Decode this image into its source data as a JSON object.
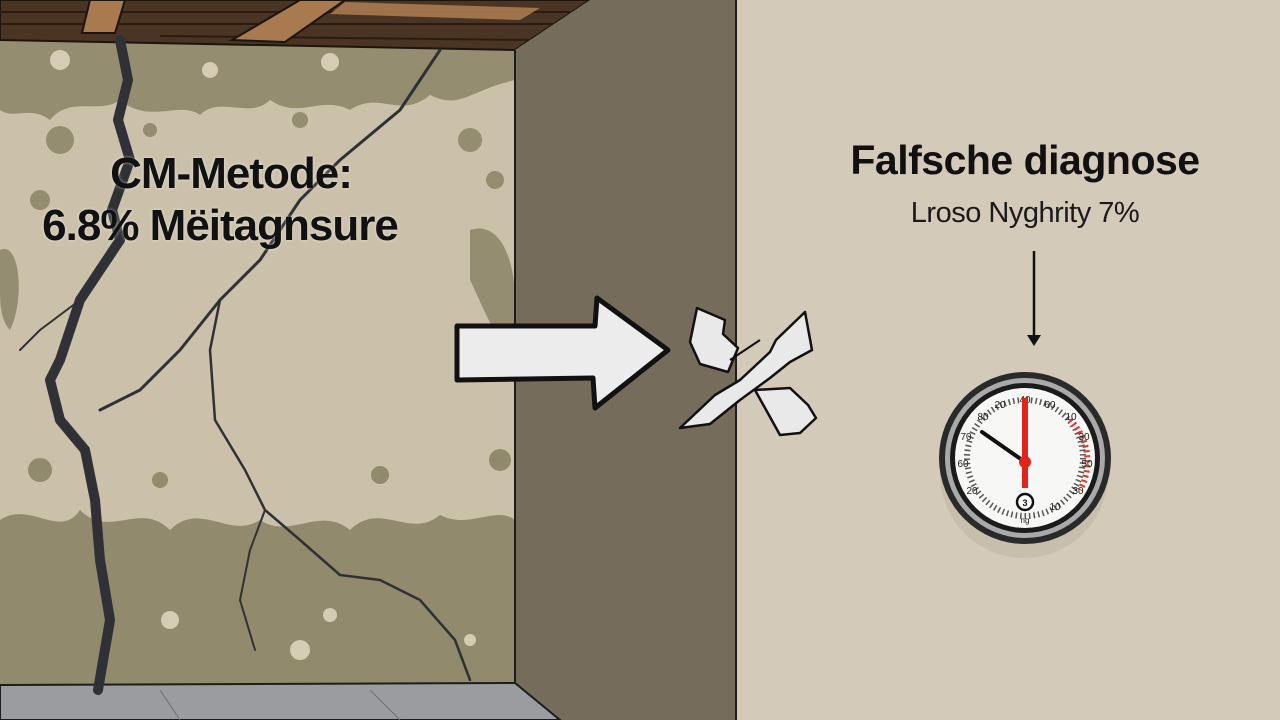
{
  "left_panel": {
    "title_line1": "CM-Metode:",
    "title_line2": "6.8% Mëitagnsure"
  },
  "right_panel": {
    "title": "Falfsche diagnose",
    "subtitle": "Lroso Nyghrity 7%"
  },
  "gauge": {
    "dial_labels": [
      "20",
      "40",
      "60",
      "80",
      "10",
      "70",
      "30",
      "60",
      "50",
      "20",
      "30",
      "10"
    ],
    "center_mark": "3",
    "bottom_text": "ng"
  },
  "colors": {
    "wall_light": "#d3cab9",
    "wall_stained": "#c9bfa8",
    "stain": "#8c8468",
    "pillar": "#766d5d",
    "beam_dark": "#4a3524",
    "beam_light": "#a97a50",
    "floor": "#9a9ca0",
    "crack": "#2f3136",
    "needle_red": "#e0231b",
    "arrow_fill": "#ececec"
  }
}
